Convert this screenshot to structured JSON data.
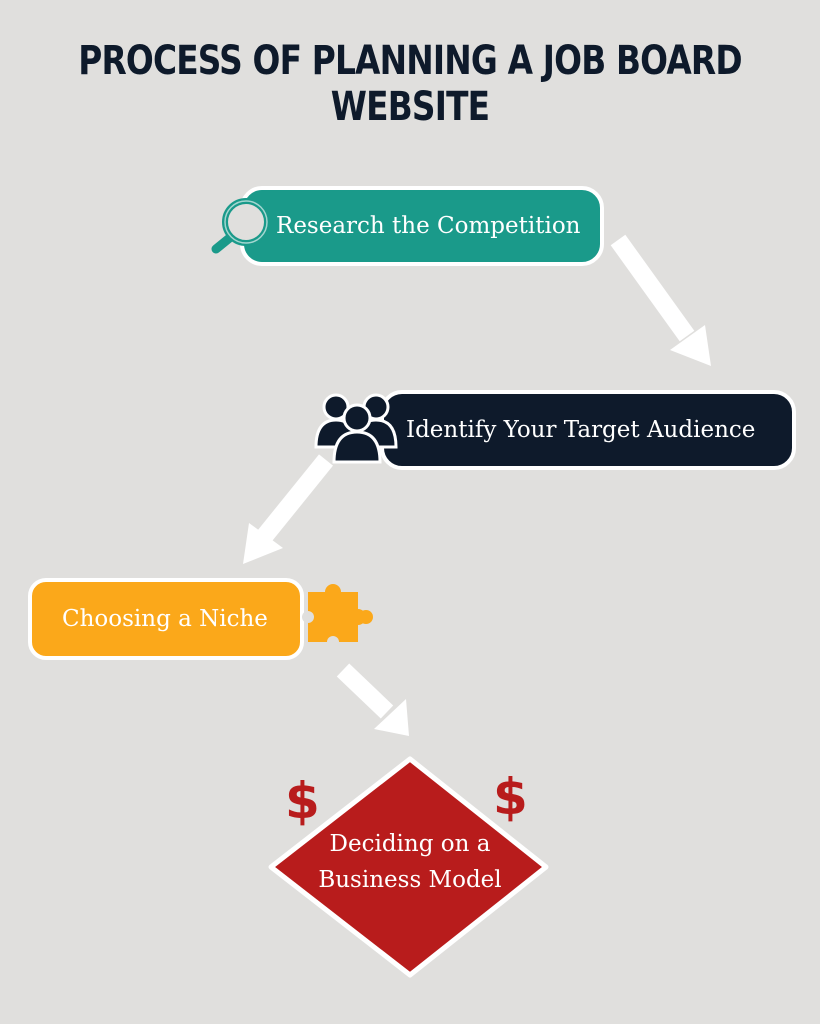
{
  "title": {
    "line1": "PROCESS OF PLANNING A JOB BOARD",
    "line2": "WEBSITE"
  },
  "steps": [
    {
      "label": "Research the Competition",
      "icon": "magnifier-icon",
      "color": "#1a9a8a"
    },
    {
      "label": "Identify Your Target Audience",
      "icon": "people-group-icon",
      "color": "#0e1a2b"
    },
    {
      "label": "Choosing a Niche",
      "icon": "puzzle-piece-icon",
      "color": "#fba81a"
    }
  ],
  "decision": {
    "line1": "Deciding on a",
    "line2": "Business Model",
    "color": "#b81c1c",
    "symbol_left": "$",
    "symbol_right": "$"
  },
  "colors": {
    "background": "#e0dfdd",
    "arrow": "#ffffff",
    "title": "#0e1a2b"
  }
}
